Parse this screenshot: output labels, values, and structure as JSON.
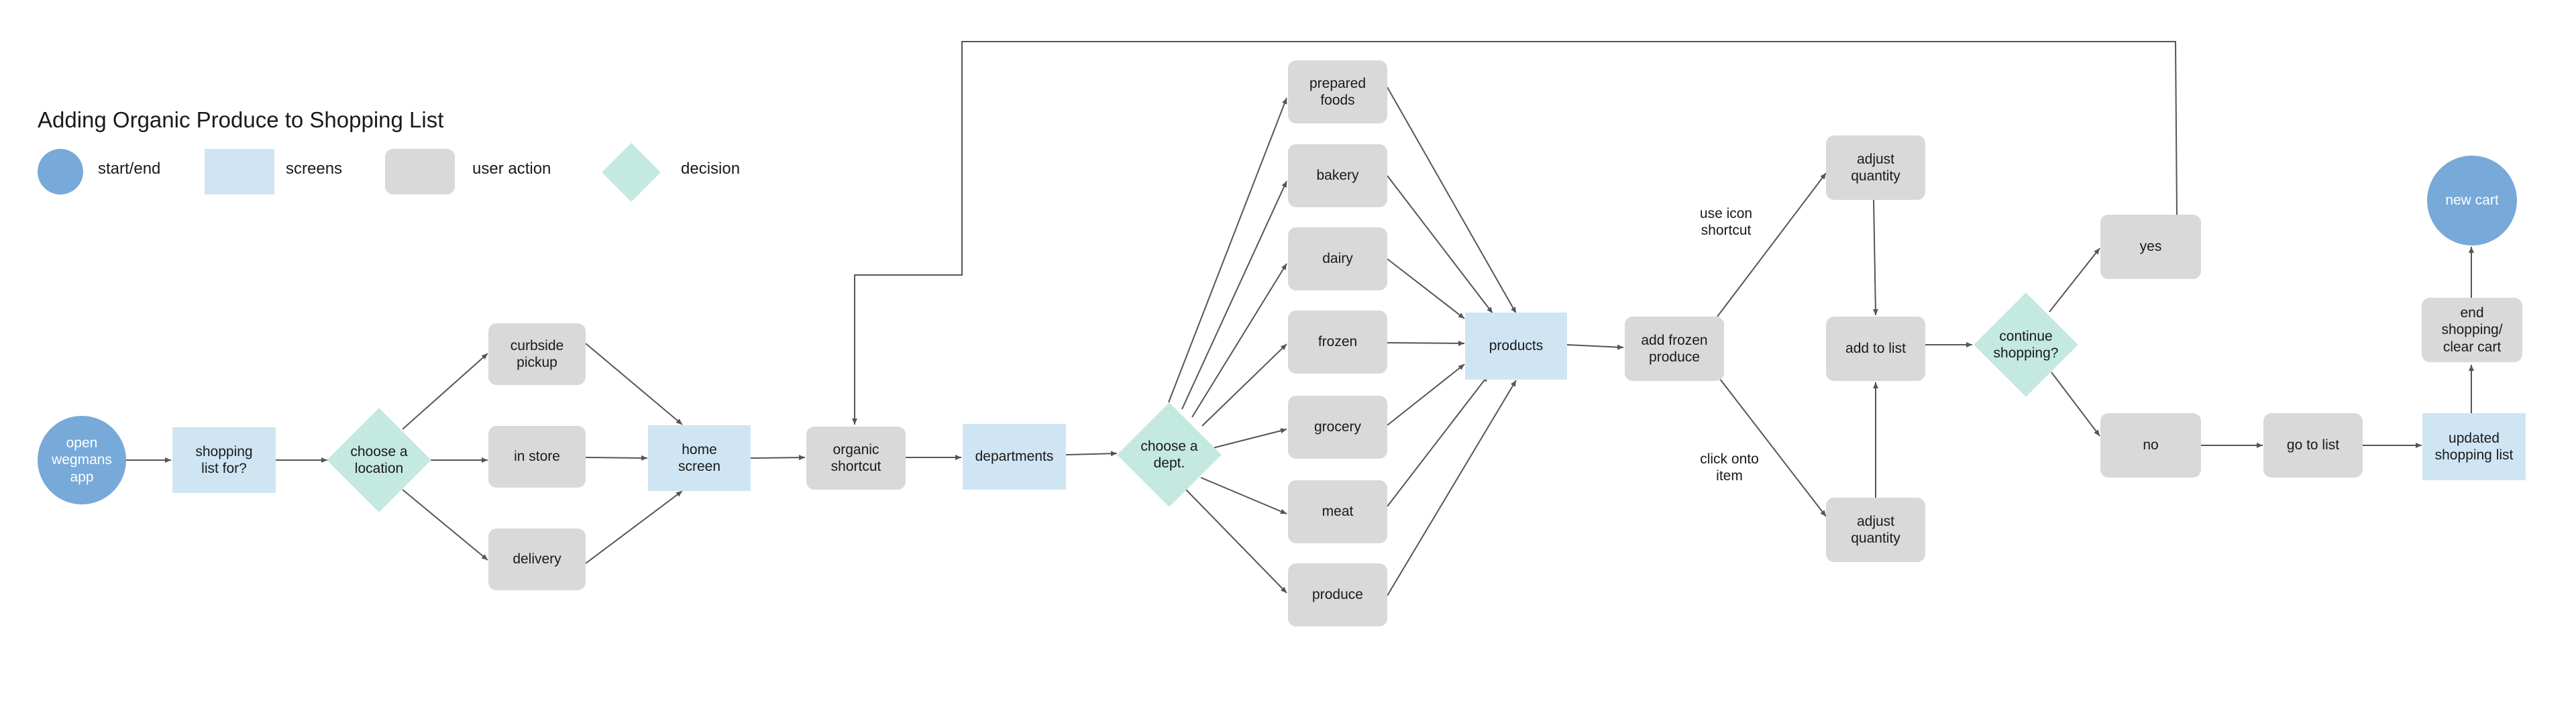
{
  "title": "Adding Organic Produce to Shopping List",
  "legend": {
    "start_end": "start/end",
    "screens": "screens",
    "user_action": "user action",
    "decision": "decision"
  },
  "colors": {
    "terminal": "#77a9d9",
    "screen": "#cfe5f3",
    "action": "#d9d9d9",
    "decision": "#c4e9e0",
    "edge": "#555555"
  },
  "nodes": {
    "open_app": "open\nwegmans\napp",
    "shopping_list_for": "shopping\nlist for?",
    "choose_location": "choose a\nlocation",
    "curbside_pickup": "curbside\npickup",
    "in_store": "in store",
    "delivery": "delivery",
    "home_screen": "home\nscreen",
    "organic_shortcut": "organic\nshortcut",
    "departments": "departments",
    "choose_dept": "choose a\ndept.",
    "prepared_foods": "prepared\nfoods",
    "bakery": "bakery",
    "dairy": "dairy",
    "frozen": "frozen",
    "grocery": "grocery",
    "meat": "meat",
    "produce": "produce",
    "products": "products",
    "add_frozen_produce": "add frozen\nproduce",
    "adjust_quantity_top": "adjust\nquantity",
    "add_to_list": "add to list",
    "adjust_quantity_bottom": "adjust\nquantity",
    "continue_shopping": "continue\nshopping?",
    "yes": "yes",
    "no": "no",
    "go_to_list": "go to list",
    "updated_shopping_list": "updated\nshopping list",
    "end_shopping": "end\nshopping/\nclear cart",
    "new_cart": "new cart"
  },
  "edge_labels": {
    "use_icon_shortcut": "use icon\nshortcut",
    "click_onto_item": "click onto\nitem"
  }
}
